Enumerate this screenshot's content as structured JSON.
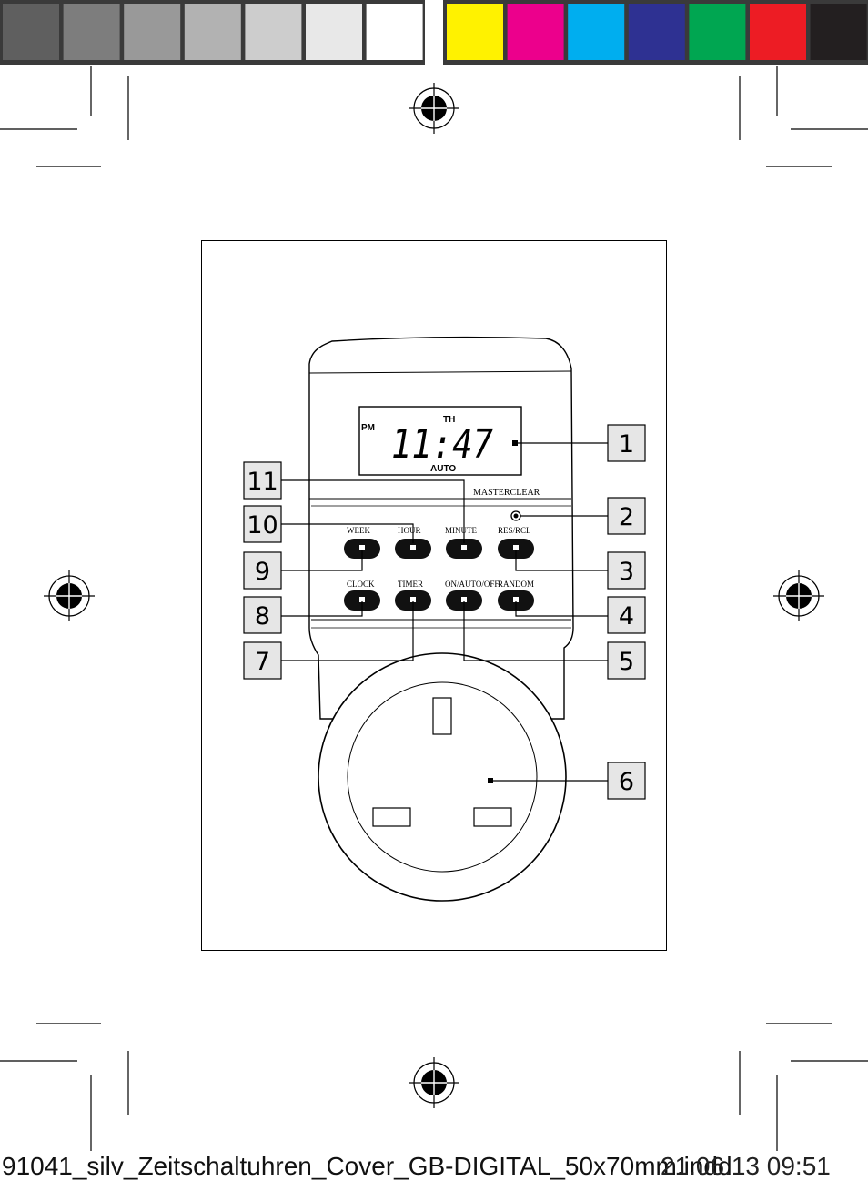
{
  "color_bar": {
    "grays": [
      "#5f5f5f",
      "#7d7d7d",
      "#999999",
      "#b2b2b2",
      "#cdcdcd",
      "#e8e8e8",
      "#ffffff"
    ],
    "colors": [
      "#fff200",
      "#ec008c",
      "#00aeef",
      "#2e3192",
      "#00a651",
      "#ed1c24",
      "#231f20"
    ]
  },
  "display": {
    "time": "11:47",
    "period": "PM",
    "day": "TH",
    "mode": "AUTO"
  },
  "masterclear_label": "MASTERCLEAR",
  "buttons_row1": [
    "WEEK",
    "HOUR",
    "MINUTE",
    "RES/RCL"
  ],
  "buttons_row2": [
    "CLOCK",
    "TIMER",
    "ON/AUTO/OFF",
    "RANDOM"
  ],
  "callouts": [
    "1",
    "2",
    "3",
    "4",
    "5",
    "6",
    "7",
    "8",
    "9",
    "10",
    "11"
  ],
  "footer": {
    "filename": "91041_silv_Zeitschaltuhren_Cover_GB-DIGITAL_50x70mm.indd",
    "overlay": "21.06.13   09:51"
  }
}
